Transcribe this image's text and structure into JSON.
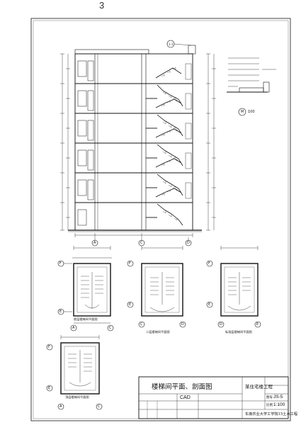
{
  "page_number": "3",
  "title_block": {
    "drawing_title": "楼梯间平面、剖面图",
    "project": "某住宅楼工程",
    "school": "东南农业大学工学院15土木工程",
    "software": "CAD",
    "sheet_no_label": "图号",
    "sheet_no": "JS-5",
    "scale_label": "比例",
    "scale": "1:100"
  },
  "grid_axes": {
    "section": [
      "A",
      "C",
      "D"
    ],
    "plan1": [
      "A",
      "C"
    ],
    "plan2": [
      "C",
      "D"
    ],
    "plan3": [
      "D",
      "E"
    ],
    "plan4": [
      "A",
      "C"
    ],
    "rows": [
      "F",
      "E"
    ]
  },
  "detail": {
    "label": "M",
    "scale": "100"
  },
  "section_callout": "1-1",
  "plan_labels": {
    "ground": "底层楼梯间平面图",
    "second": "二层楼梯间平面图",
    "standard": "标准层楼梯间平面图",
    "top": "顶层楼梯间平面图"
  }
}
